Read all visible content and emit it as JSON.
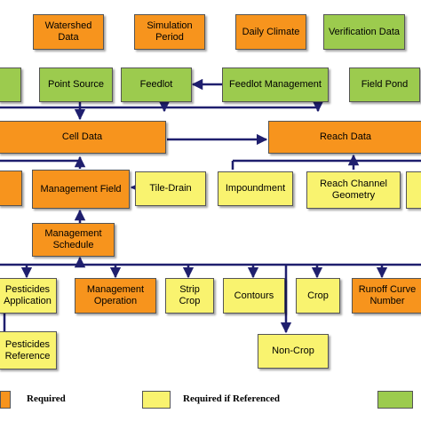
{
  "colors": {
    "required": "#f7941d",
    "required_if_referenced": "#f9f36f",
    "optional": "#9ccb4e",
    "connector": "#1f1f6e"
  },
  "nodes": {
    "watershed_data": "Watershed Data",
    "simulation_period": "Simulation Period",
    "daily_climate": "Daily Climate",
    "verification_data": "Verification Data",
    "point_source": "Point Source",
    "feedlot": "Feedlot",
    "feedlot_management": "Feedlot Management",
    "field_pond": "Field Pond",
    "cell_data": "Cell Data",
    "reach_data": "Reach Data",
    "management_field": "Management Field",
    "tile_drain": "Tile-Drain",
    "impoundment": "Impoundment",
    "reach_channel_geometry": "Reach Channel Geometry",
    "management_schedule": "Management Schedule",
    "pesticides_application": "Pesticides Application",
    "management_operation": "Management Operation",
    "strip_crop": "Strip Crop",
    "contours": "Contours",
    "crop": "Crop",
    "runoff_curve_number": "Runoff Curve Number",
    "pesticides_reference": "Pesticides Reference",
    "non_crop": "Non-Crop"
  },
  "legend": {
    "required": "Required",
    "required_if_referenced": "Required if Referenced"
  }
}
